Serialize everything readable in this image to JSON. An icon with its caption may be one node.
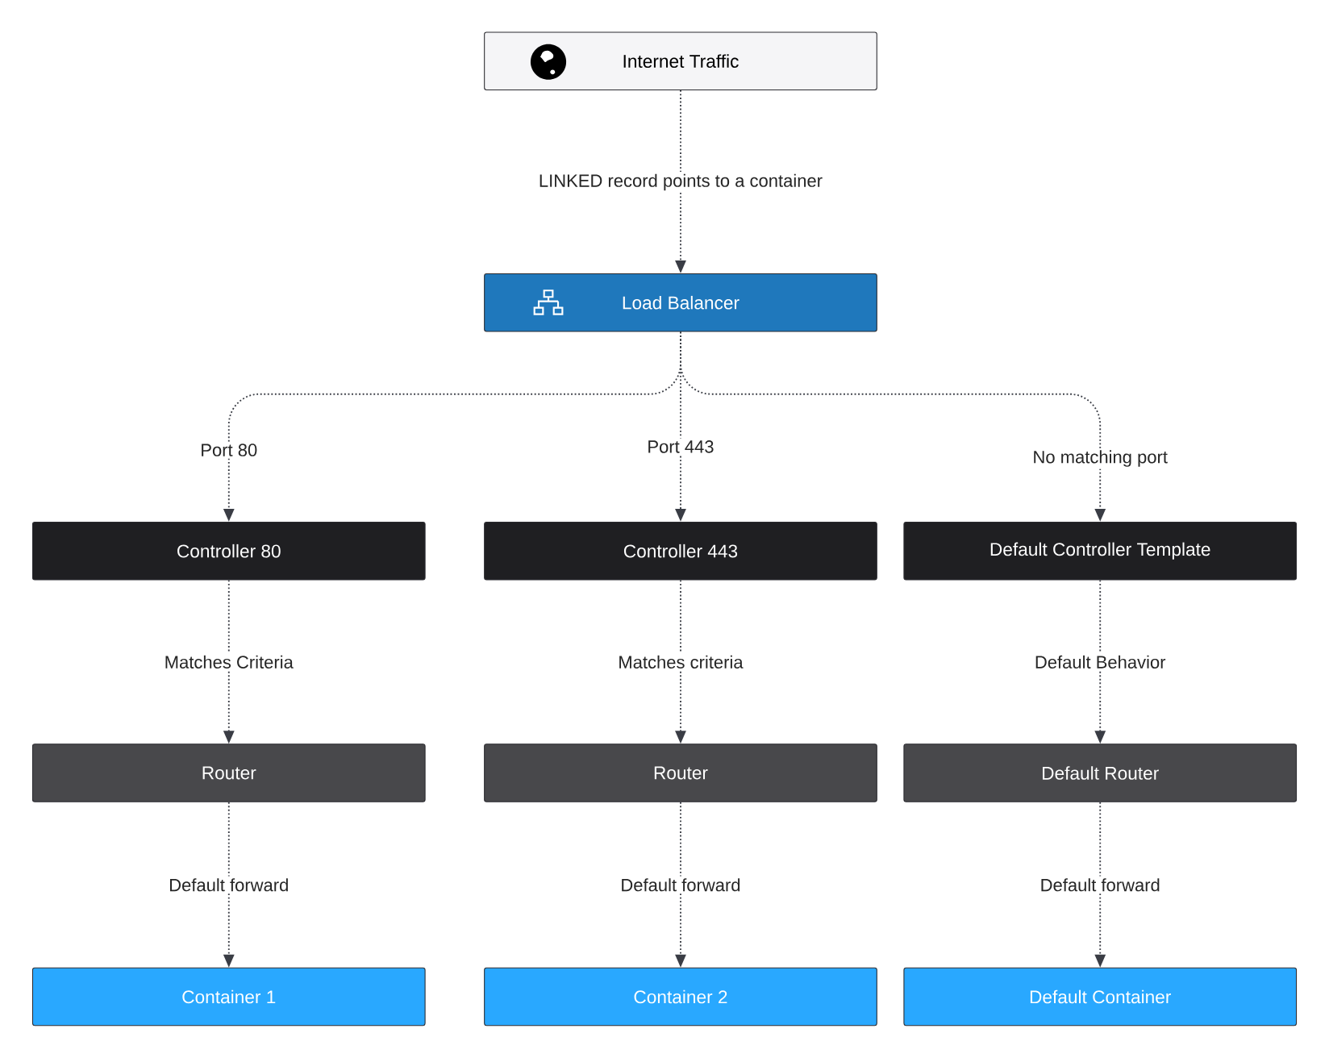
{
  "diagram": {
    "nodes": [
      {
        "text": [
          "Internet Traffic"
        ]
      },
      {
        "text": [
          "Load Balancer"
        ]
      },
      {
        "text": [
          "Controller 80"
        ]
      },
      {
        "text": [
          "Controller 443"
        ]
      },
      {
        "text": [
          "Default Controller Template"
        ]
      },
      {
        "text": [
          "Router"
        ]
      },
      {
        "text": [
          "Router"
        ]
      },
      {
        "text": [
          "Default Router"
        ]
      },
      {
        "text": [
          "Container 1"
        ]
      },
      {
        "text": [
          "Container 2"
        ]
      },
      {
        "text": [
          "Default Container"
        ]
      }
    ],
    "edges": [
      {
        "from": 0,
        "to": 1,
        "arrow": "to",
        "label": "LINKED record points to a container"
      },
      {
        "from": 1,
        "to": 2,
        "arrow": "to",
        "label": "Port 80"
      },
      {
        "from": 1,
        "to": 3,
        "arrow": "to",
        "label": "Port 443"
      },
      {
        "from": 1,
        "to": 4,
        "arrow": "to",
        "label": "No matching port"
      },
      {
        "from": 2,
        "to": 5,
        "arrow": "to",
        "label": "Matches Criteria"
      },
      {
        "from": 3,
        "to": 6,
        "arrow": "to",
        "label": "Matches criteria"
      },
      {
        "from": 4,
        "to": 7,
        "arrow": "to",
        "label": "Default Behavior"
      },
      {
        "from": 5,
        "to": 8,
        "arrow": "to",
        "label": "Default forward"
      },
      {
        "from": 6,
        "to": 9,
        "arrow": "to",
        "label": "Default forward"
      },
      {
        "from": 7,
        "to": 10,
        "arrow": "to",
        "label": "Default forward"
      }
    ]
  }
}
